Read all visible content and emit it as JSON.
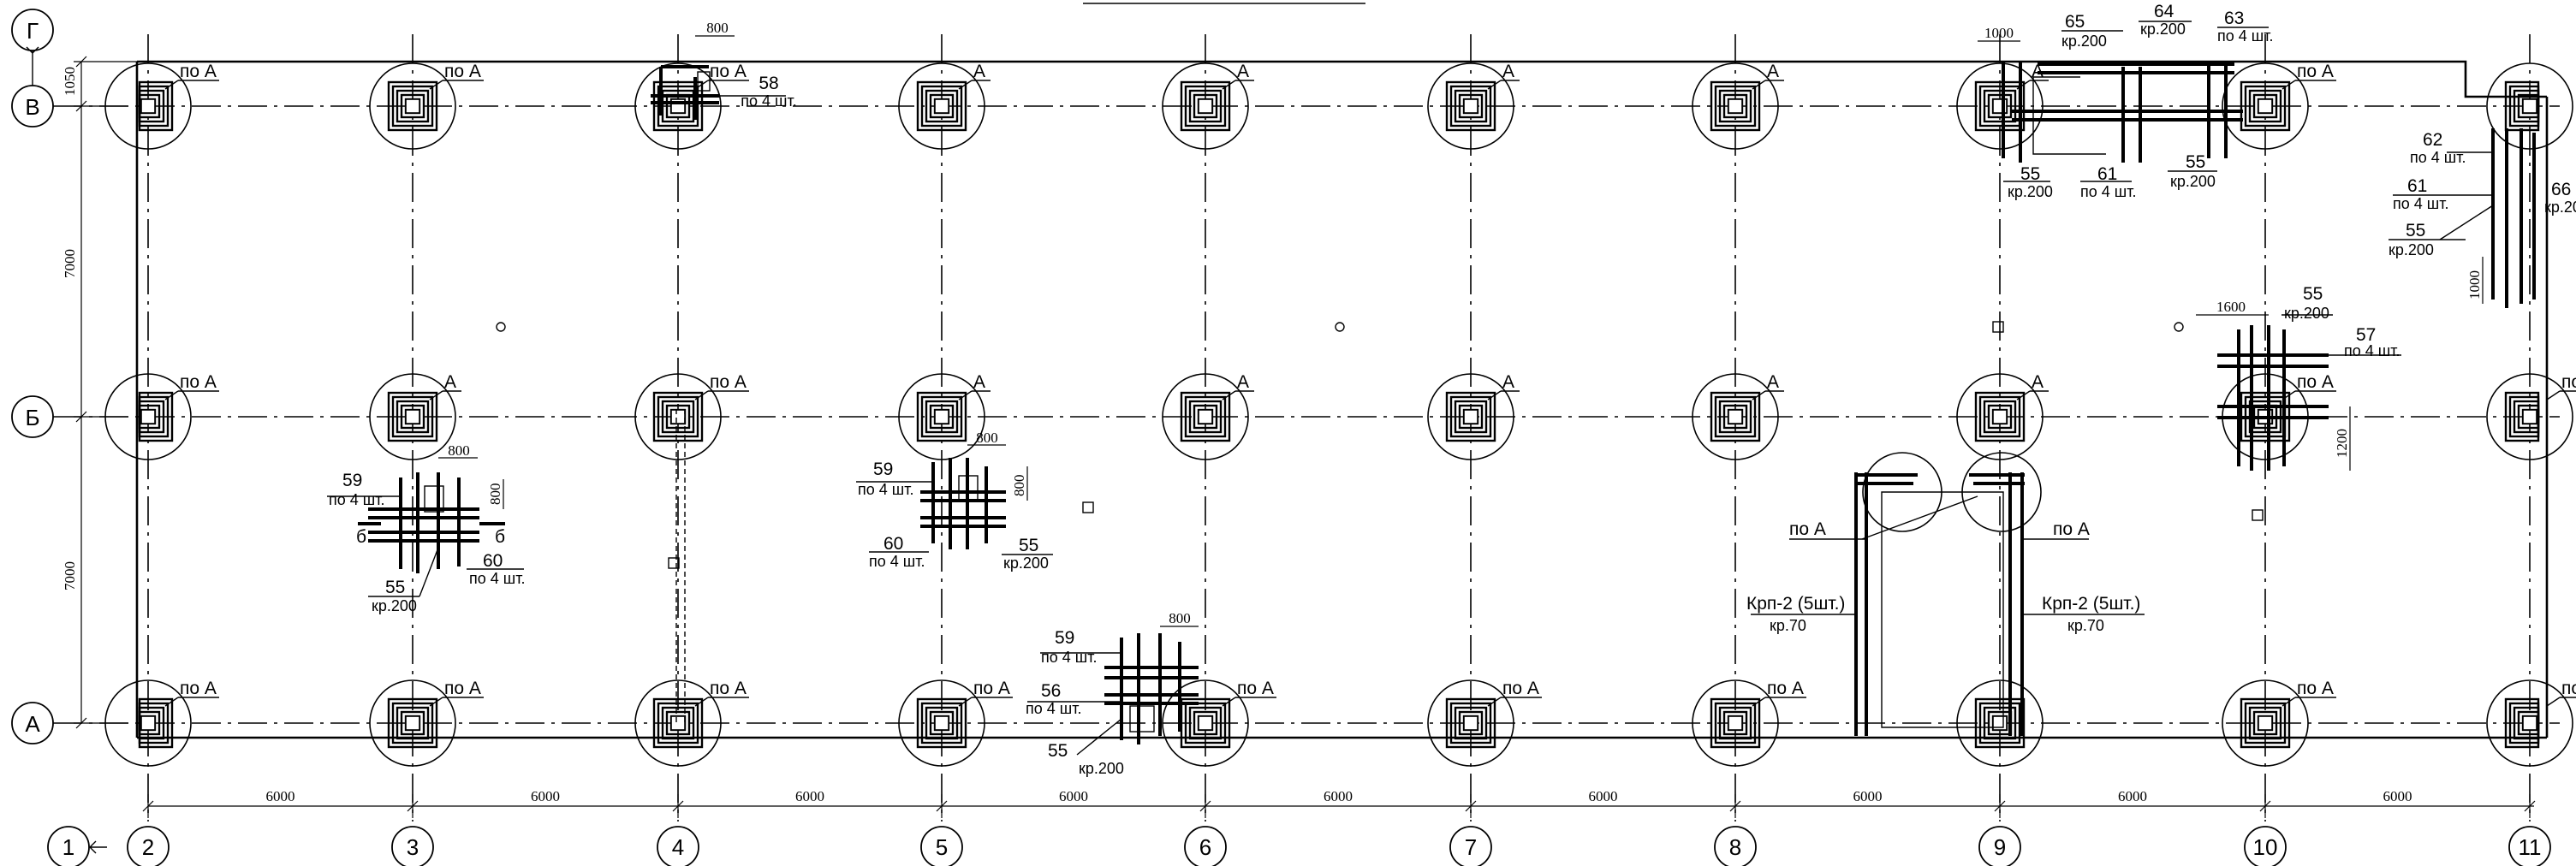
{
  "axes": {
    "numbered": [
      "1",
      "2",
      "3",
      "4",
      "5",
      "6",
      "7",
      "8",
      "9",
      "10",
      "11"
    ],
    "lettered": [
      "Г",
      "В",
      "Б",
      "А"
    ]
  },
  "dimensions": {
    "span": "6000",
    "spans_count": 9,
    "side": [
      "1050",
      "7000",
      "7000"
    ],
    "detail": [
      "800",
      "1000",
      "1600",
      "1200"
    ]
  },
  "column_labels": {
    "po_a": "по А",
    "a": "А"
  },
  "rebar_callouts": [
    {
      "mark": "58",
      "qty": "по 4 шт."
    },
    {
      "mark": "59",
      "qty": "по 4 шт."
    },
    {
      "mark": "60",
      "qty": "по 4 шт."
    },
    {
      "mark": "55",
      "qty": "кр.200"
    },
    {
      "mark": "56",
      "qty": "по 4 шт."
    },
    {
      "mark": "57",
      "qty": "по 4 шт."
    },
    {
      "mark": "61",
      "qty": "по 4 шт."
    },
    {
      "mark": "62",
      "qty": "по 4 шт."
    },
    {
      "mark": "63",
      "qty": "по 4 шт."
    },
    {
      "mark": "64",
      "qty": "кр.200"
    },
    {
      "mark": "65",
      "qty": "кр.200"
    },
    {
      "mark": "66",
      "qty": "кр.20"
    }
  ],
  "openings": {
    "label": "Крп-2 (5шт.)",
    "spacing": "кр.70"
  },
  "section_marks": {
    "left": "б",
    "right": "б"
  }
}
